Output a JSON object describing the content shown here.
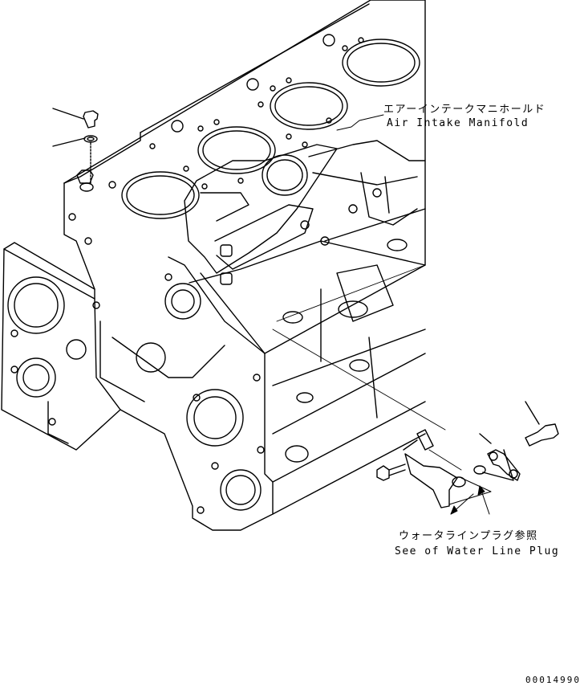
{
  "labels": {
    "air_intake_jp": "エアーインテークマニホールド",
    "air_intake_en": "Air Intake Manifold",
    "water_line_jp": "ウォータラインプラグ参照",
    "water_line_en": "See of Water Line Plug"
  },
  "figure_number": "00014990"
}
